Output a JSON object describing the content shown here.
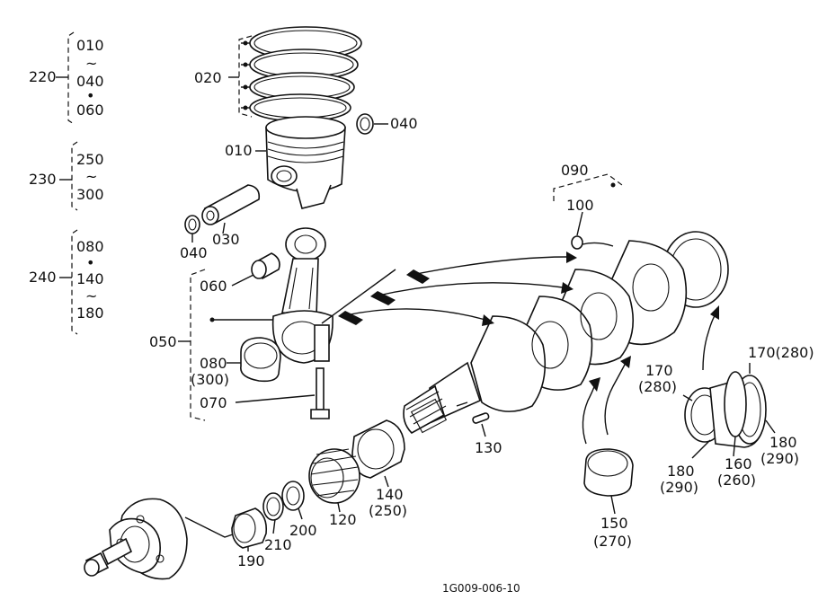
{
  "groups": {
    "g220": {
      "ref": "220",
      "lines": [
        "010",
        "~",
        "040",
        "•",
        "060"
      ]
    },
    "g230": {
      "ref": "230",
      "lines": [
        "250",
        "~",
        "300"
      ]
    },
    "g240": {
      "ref": "240",
      "lines": [
        "080",
        "•",
        "140",
        "~",
        "180"
      ]
    }
  },
  "callouts": {
    "p020": "020",
    "p040a": "040",
    "p010": "010",
    "p040b": "040",
    "p030": "030",
    "p060": "060",
    "p050": "050",
    "p080": "080",
    "p300": "(300)",
    "p070": "070",
    "p090": "090",
    "p100": "100",
    "p130": "130",
    "p140": "140",
    "p250": "(250)",
    "p120": "120",
    "p200": "200",
    "p210": "210",
    "p190": "190",
    "p150": "150",
    "p270": "(270)",
    "p170a": "170",
    "p280a": "(280)",
    "p170b": "170(280)",
    "p180a": "180",
    "p290a": "(290)",
    "p160": "160",
    "p260": "(260)",
    "p180b": "180",
    "p290b": "(290)"
  },
  "footer": {
    "code": "1G009-006-10"
  }
}
